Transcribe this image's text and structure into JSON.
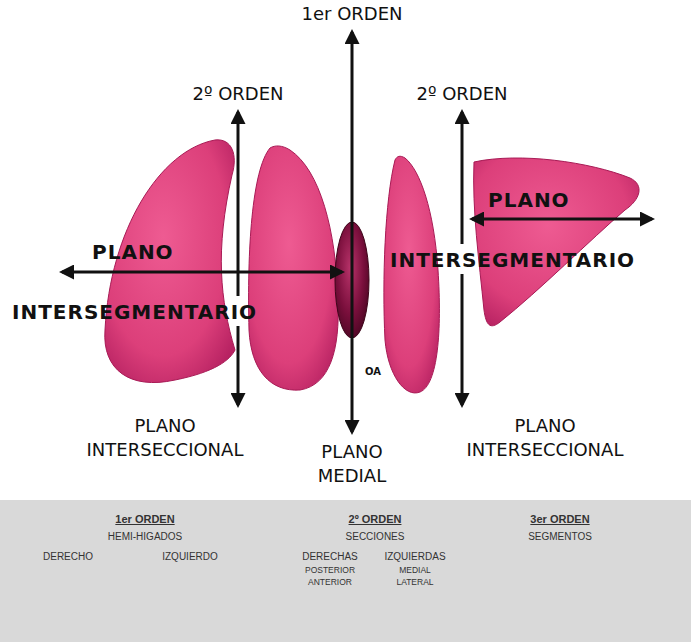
{
  "diagram": {
    "nodes": [
      {
        "text": [
          "1er ORDEN",
          "HEMI-HIGADOS",
          "DERECHO",
          "IZQUIERDO",
          "2º ORDEN",
          "SECCIONES",
          "DERECHAS",
          "IZQUIERDAS",
          "POSTERIOR",
          "MEDIAL",
          "ANTERIOR",
          "LATERAL",
          "3er ORDEN",
          "SEGMENTOS"
        ]
      }
    ],
    "labels": [
      "1er ORDEN",
      "2º ORDEN",
      "2º ORDEN",
      "PLANO",
      "INTERSEGMENTARIO",
      "PLANO",
      "INTERSEGMENTARIO",
      "OA",
      "PLANO INTERSECCIONAL",
      "PLANO MEDIAL",
      "PLANO INTERSECCIONAL"
    ]
  }
}
